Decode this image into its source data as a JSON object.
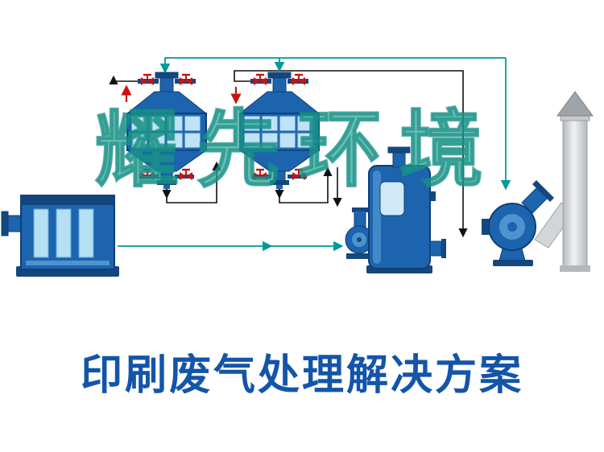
{
  "watermark": {
    "text": "耀先环境"
  },
  "title": {
    "text": "印刷废气处理解决方案"
  },
  "colors": {
    "equipment_blue": "#1d64ae",
    "equipment_dark_blue": "#14477e",
    "equipment_light_blue": "#bfe3f6",
    "pipe_teal": "#009a9a",
    "valve_red": "#cc1111",
    "line_black": "#111111",
    "chimney_gray": "#d3d6d8",
    "title_blue": "#1355a8",
    "watermark_teal": "#2ca79a"
  },
  "equipment": [
    {
      "name": "carbon-adsorption-box",
      "shape": "blue box with vertical light slats and side pipe"
    },
    {
      "name": "filter-unit-1",
      "shape": "hopper filter with grid cells, top and bottom flanged stubs, red valves"
    },
    {
      "name": "filter-unit-2",
      "shape": "hopper filter with grid cells, top and bottom flanged stubs, red valves"
    },
    {
      "name": "spray-tower-with-pump",
      "shape": "blue vertical tank with sight window and circulation pump"
    },
    {
      "name": "centrifugal-fan",
      "shape": "blue volute fan with angled outlet duct and stand"
    },
    {
      "name": "exhaust-chimney",
      "shape": "gray stack with conical cap and angled inlet branch"
    }
  ]
}
